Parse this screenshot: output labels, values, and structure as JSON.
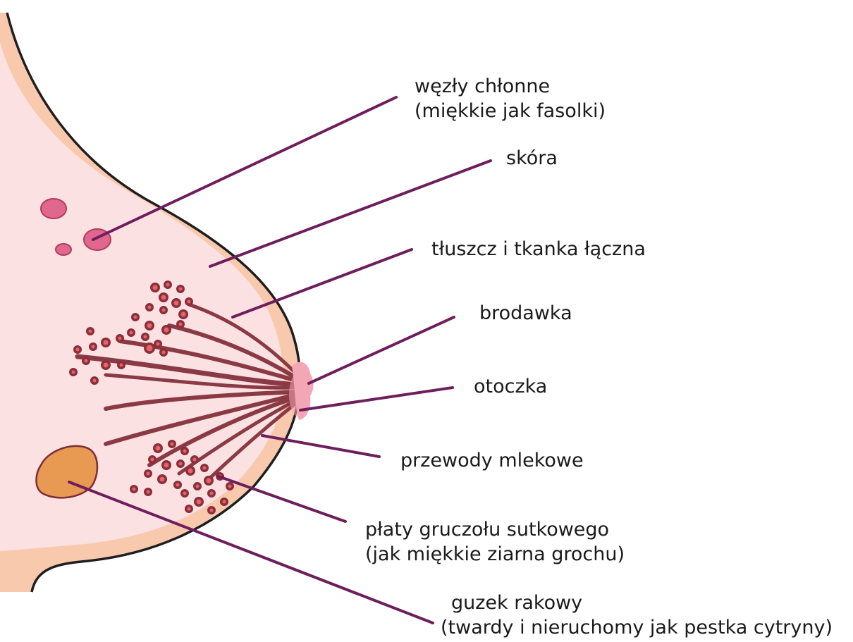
{
  "colors": {
    "outer_tissue": "#f9c9ae",
    "inner_tissue": "#fbe1e2",
    "outline": "#1e1e1e",
    "lymph_node": "#e0678e",
    "lymph_node_stroke": "#b23a5f",
    "lobule": "#8a2f3b",
    "lobule_inner": "#e56468",
    "duct": "#8a3a44",
    "nipple": "#f3a6b4",
    "tumor": "#e89a52",
    "tumor_stroke": "#7e2c38",
    "leader_line": "#6e1e5c",
    "label_text": "#1a1a1a"
  },
  "labels": {
    "lymph_nodes_line1": "węzły chłonne",
    "lymph_nodes_line2": "(miękkie jak fasolki)",
    "skin": "skóra",
    "fat": "tłuszcz i tkanka łączna",
    "nipple": "brodawka",
    "areola": "otoczka",
    "ducts": "przewody mlekowe",
    "lobules_line1": "płaty gruczołu sutkowego",
    "lobules_line2": "(jak miękkie ziarna grochu)",
    "tumor_line1": "guzek rakowy",
    "tumor_line2": "(twardy i nieruchomy jak pestka cytryny)"
  }
}
